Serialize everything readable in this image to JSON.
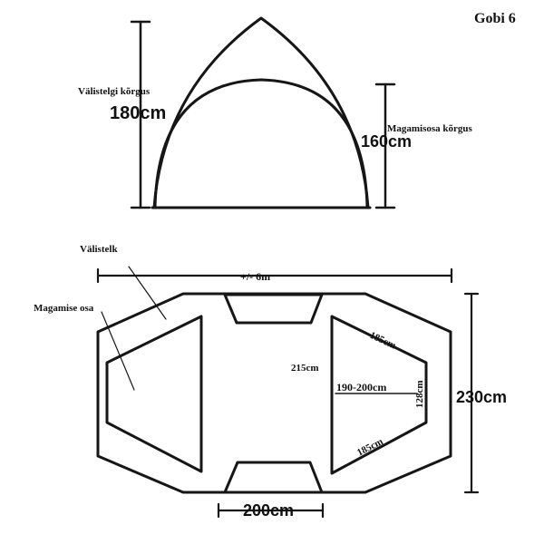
{
  "title": "Gobi 6",
  "side_view": {
    "outer_height_label": "Välistelgi kõrgus",
    "outer_height_value": "180cm",
    "inner_height_label": "Magamisosa kõrgus",
    "inner_height_value": "160cm"
  },
  "floor_plan": {
    "outer_tent_label": "Välistelk",
    "sleeping_area_label": "Magamise osa",
    "total_length": "+/- 6m",
    "width_total": "230cm",
    "entrance_width": "200cm",
    "sleeping_height": "215cm",
    "sleeping_depth": "190-200cm",
    "side_top": "185cm",
    "side_bottom": "185cm",
    "end_width": "128cm"
  }
}
